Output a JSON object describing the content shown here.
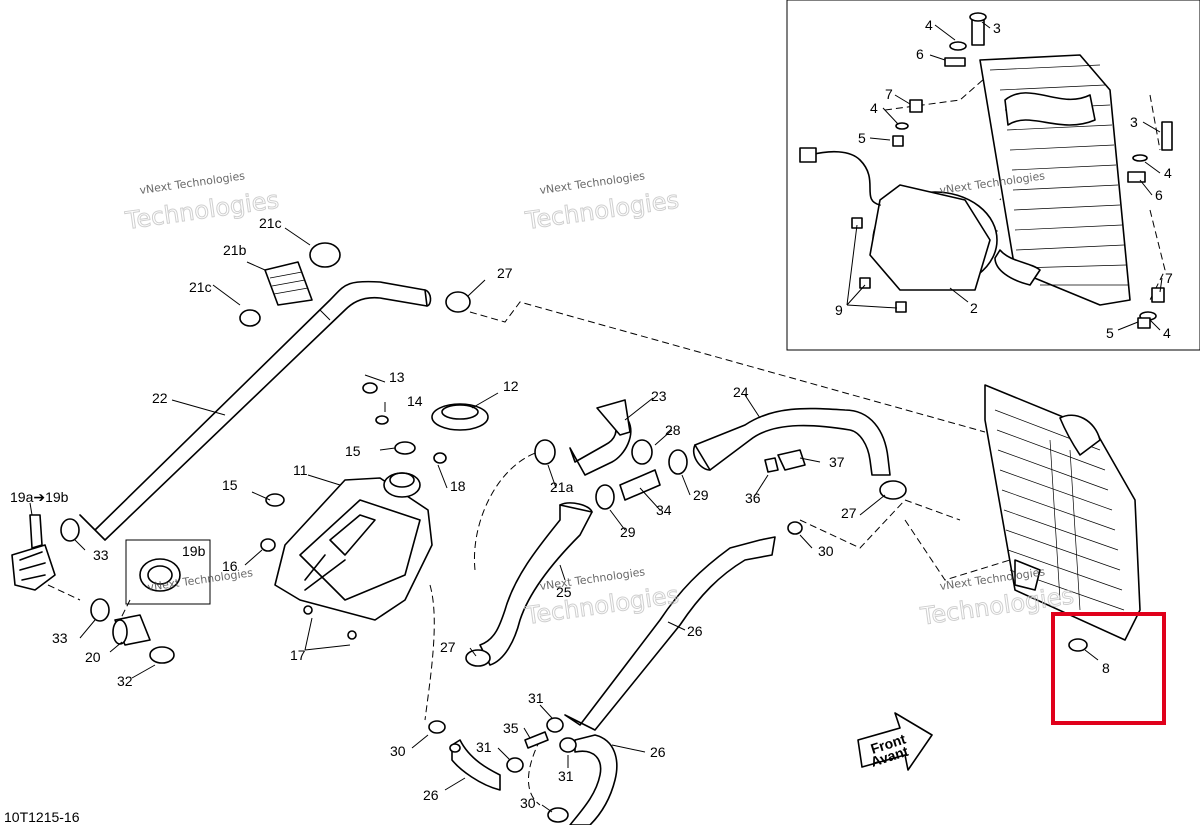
{
  "figure_code": "10T1215-16",
  "watermark": {
    "line1": "vNext Technologies",
    "line2": "Technologies"
  },
  "direction_arrow": {
    "line1": "Front",
    "line2": "Avant"
  },
  "highlight_color": "#e0001b",
  "labels": {
    "l1": "19a➔19b",
    "l2": "19b",
    "l3": "20",
    "l4": "21a",
    "l5": "21b",
    "l6": "21c",
    "l7": "21c",
    "l8": "22",
    "l9": "23",
    "l10": "24",
    "l11": "25",
    "l12": "26",
    "l13": "26",
    "l14": "26",
    "l15": "27",
    "l16": "27",
    "l17": "27",
    "l18": "28",
    "l19": "29",
    "l20": "29",
    "l21": "30",
    "l22": "30",
    "l23": "30",
    "l24": "31",
    "l25": "31",
    "l26": "31",
    "l27": "32",
    "l28": "33",
    "l29": "33",
    "l30": "34",
    "l31": "35",
    "l32": "36",
    "l33": "37",
    "l34": "11",
    "l35": "12",
    "l36": "13",
    "l37": "14",
    "l38": "15",
    "l39": "15",
    "l40": "16",
    "l41": "17",
    "l42": "18",
    "l43": "8",
    "l44": "3",
    "l45": "4",
    "l46": "6",
    "l47": "7",
    "l48": "4",
    "l49": "5",
    "l50": "3",
    "l51": "4",
    "l52": "6",
    "l53": "7",
    "l54": "5",
    "l55": "4",
    "l56": "9",
    "l57": "2"
  }
}
